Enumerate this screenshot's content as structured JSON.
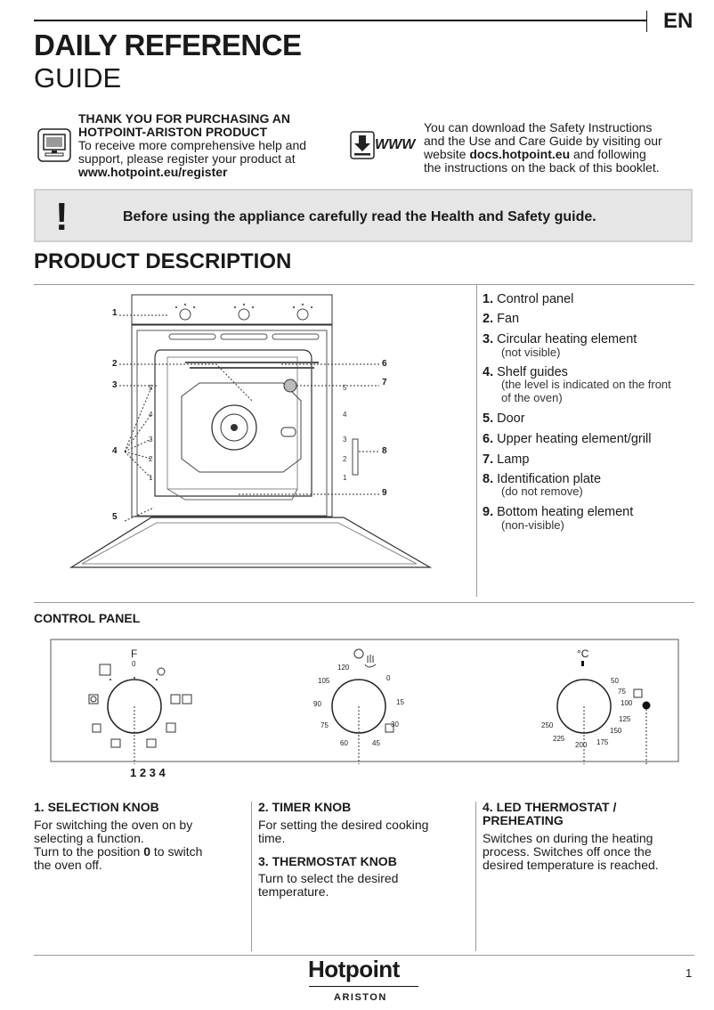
{
  "header": {
    "lang": "EN",
    "title_line1": "DAILY REFERENCE",
    "title_line2": "GUIDE"
  },
  "intro": {
    "left_bold_1": "THANK YOU FOR PURCHASING AN",
    "left_bold_2": "HOTPOINT-ARISTON PRODUCT",
    "left_line_3": "To receive more comprehensive help and",
    "left_line_4": "support, please register your product at",
    "left_bold_5": "www.hotpoint.eu/register",
    "www_label": "WWW",
    "right_line_1": "You can download the Safety Instructions",
    "right_line_2": "and the Use and Care Guide by visiting our",
    "right_line_3_pre": "website ",
    "right_line_3_bold": "docs.hotpoint.eu",
    "right_line_3_post": " and following",
    "right_line_4": "the instructions on the back of this booklet."
  },
  "warning": {
    "symbol": "!",
    "text": "Before using the appliance carefully read the Health and Safety guide."
  },
  "product": {
    "heading": "PRODUCT DESCRIPTION",
    "items": [
      {
        "num": "1.",
        "label": "Control panel",
        "sub": ""
      },
      {
        "num": "2.",
        "label": "Fan",
        "sub": ""
      },
      {
        "num": "3.",
        "label": "Circular heating element",
        "sub": "(not visible)"
      },
      {
        "num": "4.",
        "label": "Shelf guides",
        "sub": "(the level is indicated on the front",
        "sub2": "of the oven)"
      },
      {
        "num": "5.",
        "label": "Door",
        "sub": ""
      },
      {
        "num": "6.",
        "label": "Upper heating element/grill",
        "sub": ""
      },
      {
        "num": "7.",
        "label": "Lamp",
        "sub": ""
      },
      {
        "num": "8.",
        "label": "Identification plate",
        "sub": "(do not remove)"
      },
      {
        "num": "9.",
        "label": "Bottom heating element",
        "sub": "(non-visible)"
      }
    ],
    "callouts": {
      "c1": "1",
      "c2": "2",
      "c3": "3",
      "c4": "4",
      "c5": "5",
      "c6": "6",
      "c7": "7",
      "c8": "8",
      "c9": "9"
    },
    "shelf_levels": [
      "5",
      "4",
      "3",
      "2",
      "1"
    ]
  },
  "control_panel": {
    "heading": "CONTROL PANEL",
    "knob_labels": "1 2 3 4",
    "selection_top": "F",
    "selection_zero": "0",
    "timer": {
      "t0": "0",
      "t15": "15",
      "t30": "30",
      "t45": "45",
      "t60": "60",
      "t75": "75",
      "t90": "90",
      "t105": "105",
      "t120": "120"
    },
    "thermo": {
      "unit": "°C",
      "t50": "50",
      "t75": "75",
      "t100": "100",
      "t125": "125",
      "t150": "150",
      "t175": "175",
      "t200": "200",
      "t225": "225",
      "t250": "250"
    }
  },
  "sections": {
    "s1_title": "1. SELECTION KNOB",
    "s1_l1": "For switching the oven on by",
    "s1_l2": "selecting a function.",
    "s1_l3_pre": "Turn to the position ",
    "s1_l3_sym": "0",
    "s1_l3_post": " to switch",
    "s1_l4": "the oven off.",
    "s2_title": "2. TIMER KNOB",
    "s2_l1": "For setting the desired cooking",
    "s2_l2": "time.",
    "s3_title": "3. THERMOSTAT KNOB",
    "s3_l1": "Turn to select the desired",
    "s3_l2": "temperature.",
    "s4_title_1": "4. LED THERMOSTAT /",
    "s4_title_2": "PREHEATING",
    "s4_l1": "Switches on during the heating",
    "s4_l2": "process. Switches off once the",
    "s4_l3": "desired temperature is reached."
  },
  "footer": {
    "brand": "Hotpoint",
    "sub_brand": "ARISTON",
    "page": "1"
  }
}
